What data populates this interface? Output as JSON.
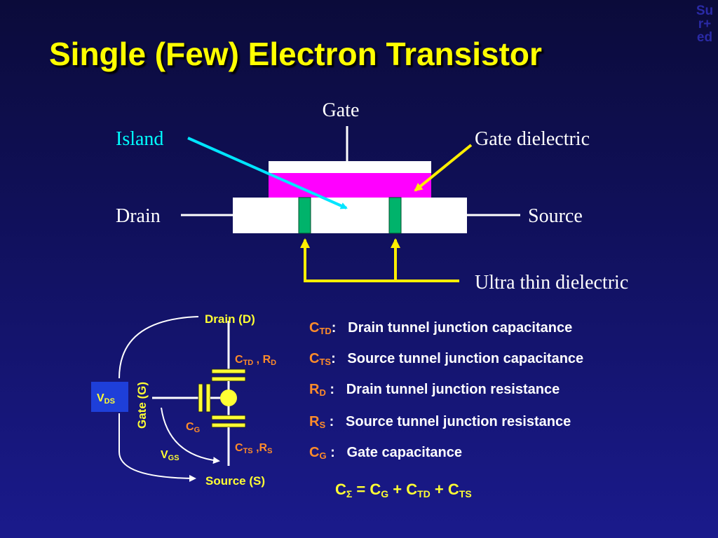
{
  "title": "Single (Few) Electron Transistor",
  "watermark": "Sur+ed",
  "colors": {
    "title": "#ffff00",
    "label_white": "#ffffff",
    "label_cyan": "#00ffff",
    "island_arrow": "#00e5ff",
    "pointer_yellow": "#ffee00",
    "gate_dielectric": "#ff00ff",
    "tunnel_barrier": "#00b36b",
    "circuit_label": "#ffff33",
    "term_orange": "#ff8c2a",
    "description": "#ffffff",
    "formula": "#ffff33",
    "vds_box": "#1e3fd9"
  },
  "device": {
    "gate_label": "Gate",
    "island_label": "Island",
    "gate_dielectric_label": "Gate dielectric",
    "drain_label": "Drain",
    "source_label": "Source",
    "ultra_thin_label": "Ultra thin dielectric"
  },
  "circuit": {
    "drain_label": "Drain (D)",
    "source_label": "Source (S)",
    "gate_label": "Gate (G)",
    "ctd_rd": {
      "c": "C",
      "c_sub": "TD",
      "sep": " , ",
      "r": "R",
      "r_sub": "D"
    },
    "cts_rs": {
      "c": "C",
      "c_sub": "TS",
      "sep": " ,",
      "r": "R",
      "r_sub": "S"
    },
    "cg": {
      "main": "C",
      "sub": "G"
    },
    "vds": {
      "main": "V",
      "sub": "DS"
    },
    "vgs": {
      "main": "V",
      "sub": "GS"
    }
  },
  "definitions": [
    {
      "sym": "C",
      "sub": "TD",
      "sep": ":   ",
      "desc": "Drain tunnel junction capacitance"
    },
    {
      "sym": "C",
      "sub": "TS",
      "sep": ":   ",
      "desc": "Source tunnel junction capacitance"
    },
    {
      "sym": "R",
      "sub": "D",
      "sep": " :   ",
      "desc": "Drain tunnel junction resistance"
    },
    {
      "sym": "R",
      "sub": "S",
      "sep": " :   ",
      "desc": "Source tunnel junction resistance"
    },
    {
      "sym": "C",
      "sub": "G",
      "sep": " :   ",
      "desc": "Gate capacitance"
    }
  ],
  "formula": {
    "lhs": "C",
    "lhs_sub": "Σ",
    "eq": " = ",
    "t1": "C",
    "t1_sub": "G",
    "p1": " + ",
    "t2": "C",
    "t2_sub": "TD",
    "p2": " + ",
    "t3": "C",
    "t3_sub": "TS"
  }
}
